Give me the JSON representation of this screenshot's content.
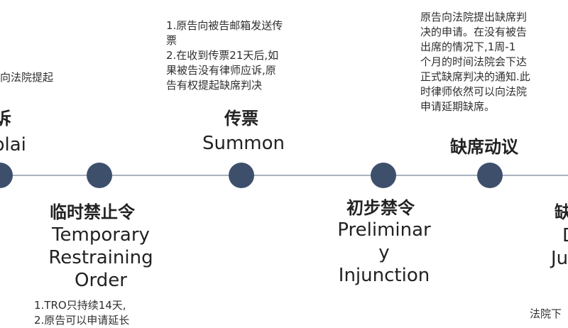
{
  "colors": {
    "line": "#a9b2bf",
    "node": "#3d4f6b",
    "text": "#222222"
  },
  "stages": [
    {
      "cn": "诉",
      "en": "plai",
      "note_top": "向法院提起"
    },
    {
      "cn": "临时禁止令",
      "en_lines": [
        "Temporary",
        "Restraining",
        "Order"
      ],
      "note_bottom": [
        "1.TRO只持续14天,",
        "2.原告可以申请延长"
      ]
    },
    {
      "cn": "传票",
      "en": "Summon",
      "note_top": [
        "1.原告向被告邮箱发送传",
        "票",
        "2.在收到传票21天后,如",
        "果被告没有律师应诉,原",
        "告有权提起缺席判决"
      ]
    },
    {
      "cn": "初步禁令",
      "en_lines": [
        "Preliminar",
        "y",
        "Injunction"
      ]
    },
    {
      "cn": "缺席动议",
      "note_top": [
        "原告向法院提出缺席判",
        "决的申请。在没有被告",
        "出席的情况下,1周-1",
        "个月的时间法院会下达",
        "正式缺席判决的通知.此",
        "时律师依然可以向法院",
        "申请延期缺席。"
      ]
    },
    {
      "cn": "缺",
      "en_lines": [
        "D",
        "Ju"
      ],
      "note_bottom": [
        "法院下"
      ]
    }
  ]
}
